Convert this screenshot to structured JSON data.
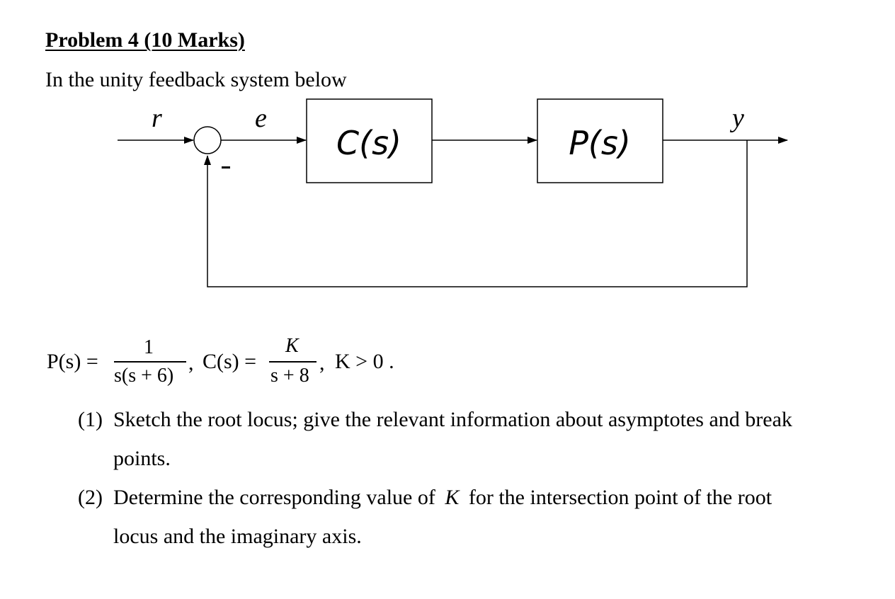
{
  "problem": {
    "title": "Problem 4 (10 Marks)",
    "intro": "In the unity feedback system below"
  },
  "diagram": {
    "signal_r": "r",
    "signal_e": "e",
    "signal_y": "y",
    "minus_sign": "-",
    "block_c": "C(s)",
    "block_p": "P(s)"
  },
  "equation": {
    "p_lhs": "P(s) =",
    "p_num": "1",
    "p_den": "s(s + 6)",
    "sep1": ",",
    "c_lhs": "C(s) =",
    "c_num": "K",
    "c_den": "s + 8",
    "sep2": ",",
    "condition": "K > 0 ."
  },
  "questions": [
    {
      "number": "(1)",
      "line1": "Sketch the root locus; give the relevant information about asymptotes and break",
      "line2": "points."
    },
    {
      "number": "(2)",
      "line1_pre": "Determine the corresponding value of",
      "line1_var": "K",
      "line1_post": "for the intersection point of the root",
      "line2": "locus and the imaginary axis."
    }
  ]
}
